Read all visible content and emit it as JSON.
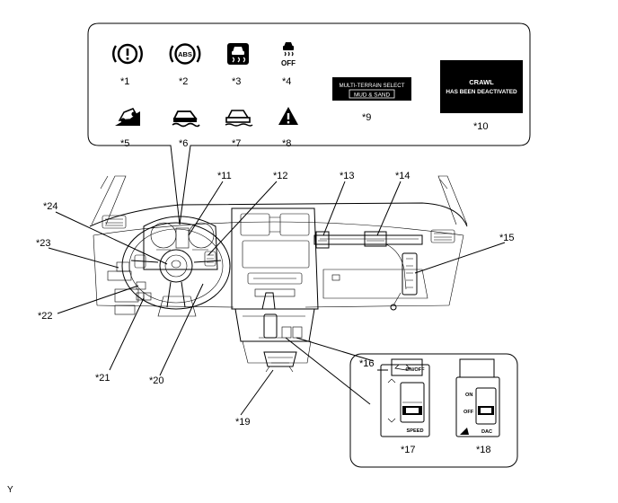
{
  "diagram": {
    "callouts": [
      "*1",
      "*2",
      "*3",
      "*4",
      "*5",
      "*6",
      "*7",
      "*8",
      "*9",
      "*10",
      "*11",
      "*12",
      "*13",
      "*14",
      "*15",
      "*16",
      "*17",
      "*18",
      "*19",
      "*20",
      "*21",
      "*22",
      "*23",
      "*24"
    ],
    "indicators": {
      "abs": "ABS",
      "off": "OFF"
    },
    "mts_display": {
      "title": "MULTI-TERRAIN SELECT",
      "mode": "MUD & SAND"
    },
    "crawl_display": {
      "line1": "CRAWL",
      "line2": "HAS BEEN DEACTIVATED"
    },
    "switch_panel": {
      "onoff": "ON/OFF",
      "speed": "SPEED",
      "on": "ON",
      "off": "OFF",
      "dac": "DAC"
    },
    "corner_mark": "Y"
  }
}
